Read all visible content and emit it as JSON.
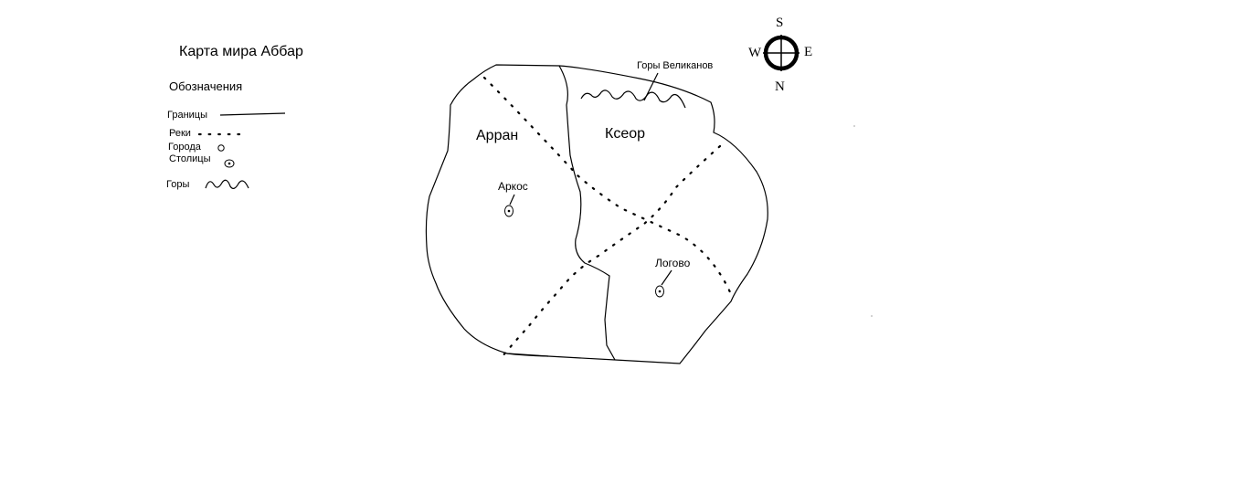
{
  "title": "Карта мира Аббар",
  "legend": {
    "heading": "Обозначения",
    "items": [
      {
        "key": "borders",
        "label": "Границы",
        "symbol": "border-line-icon"
      },
      {
        "key": "rivers",
        "label": "Реки",
        "symbol": "river-dots-icon"
      },
      {
        "key": "cities",
        "label": "Города",
        "symbol": "city-circle-icon"
      },
      {
        "key": "capitals",
        "label": "Столицы",
        "symbol": "capital-dot-circle-icon"
      },
      {
        "key": "mountains",
        "label": "Горы",
        "symbol": "mountain-wave-icon"
      }
    ]
  },
  "regions": {
    "arran": "Арран",
    "kseor": "Ксеор"
  },
  "cities": {
    "arkos": "Аркос",
    "logovo": "Логово"
  },
  "features": {
    "giant_mountains": "Горы Великанов"
  },
  "compass": {
    "top": "S",
    "bottom": "N",
    "left": "W",
    "right": "E"
  }
}
